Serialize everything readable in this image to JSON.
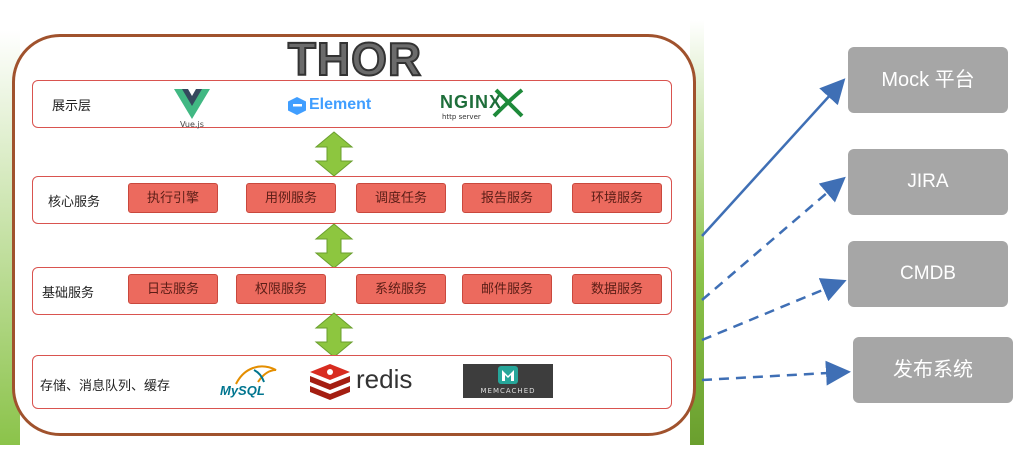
{
  "title": "THOR",
  "layers": [
    {
      "label": "展示层",
      "services": [],
      "logos": {
        "vue": "Vue.js",
        "element": "Element",
        "nginx_main": "NGINX",
        "nginx_sub": "http server"
      }
    },
    {
      "label": "核心服务",
      "services": [
        "执行引擎",
        "用例服务",
        "调度任务",
        "报告服务",
        "环境服务"
      ]
    },
    {
      "label": "基础服务",
      "services": [
        "日志服务",
        "权限服务",
        "系统服务",
        "邮件服务",
        "数据服务"
      ]
    },
    {
      "label": "存储、消息队列、缓存",
      "services": [],
      "logos": {
        "mysql": "MySQL",
        "redis": "redis",
        "memcached": "MEMCACHED"
      }
    }
  ],
  "external_systems": [
    "Mock 平台",
    "JIRA",
    "CMDB",
    "发布系统"
  ],
  "colors": {
    "frame": "#a0522d",
    "layer_border": "#d9534f",
    "service_fill": "#ec6a5e",
    "arrow_green": "#8dc63f",
    "ext_fill": "#a6a6a6",
    "connector_blue": "#3f6fb5"
  }
}
